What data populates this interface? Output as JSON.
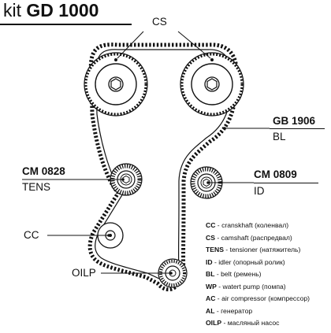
{
  "title": {
    "prefix": "kit",
    "code": "GD 1000"
  },
  "labels": {
    "cs": "CS",
    "gb": {
      "code": "GB 1906",
      "type": "BL"
    },
    "tens": {
      "code": "CM 0828",
      "type": "TENS"
    },
    "id": {
      "code": "CM 0809",
      "type": "ID"
    },
    "cc": "CC",
    "oilp": "OILP"
  },
  "legend": [
    {
      "abbr": "CC",
      "text": "cranskhaft (коленвал)"
    },
    {
      "abbr": "CS",
      "text": "camshaft (распредвал)"
    },
    {
      "abbr": "TENS",
      "text": "tensioner (натяжитель)"
    },
    {
      "abbr": "ID",
      "text": "idler (опорный ролик)"
    },
    {
      "abbr": "BL",
      "text": "belt (ремень)"
    },
    {
      "abbr": "WP",
      "text": "watert pump (помпа)"
    },
    {
      "abbr": "AC",
      "text": "air compressor (компрессор)"
    },
    {
      "abbr": "AL",
      "text": "генератор"
    },
    {
      "abbr": "OILP",
      "text": "масляный насос"
    }
  ],
  "colors": {
    "line": "#111111",
    "background": "#ffffff"
  }
}
